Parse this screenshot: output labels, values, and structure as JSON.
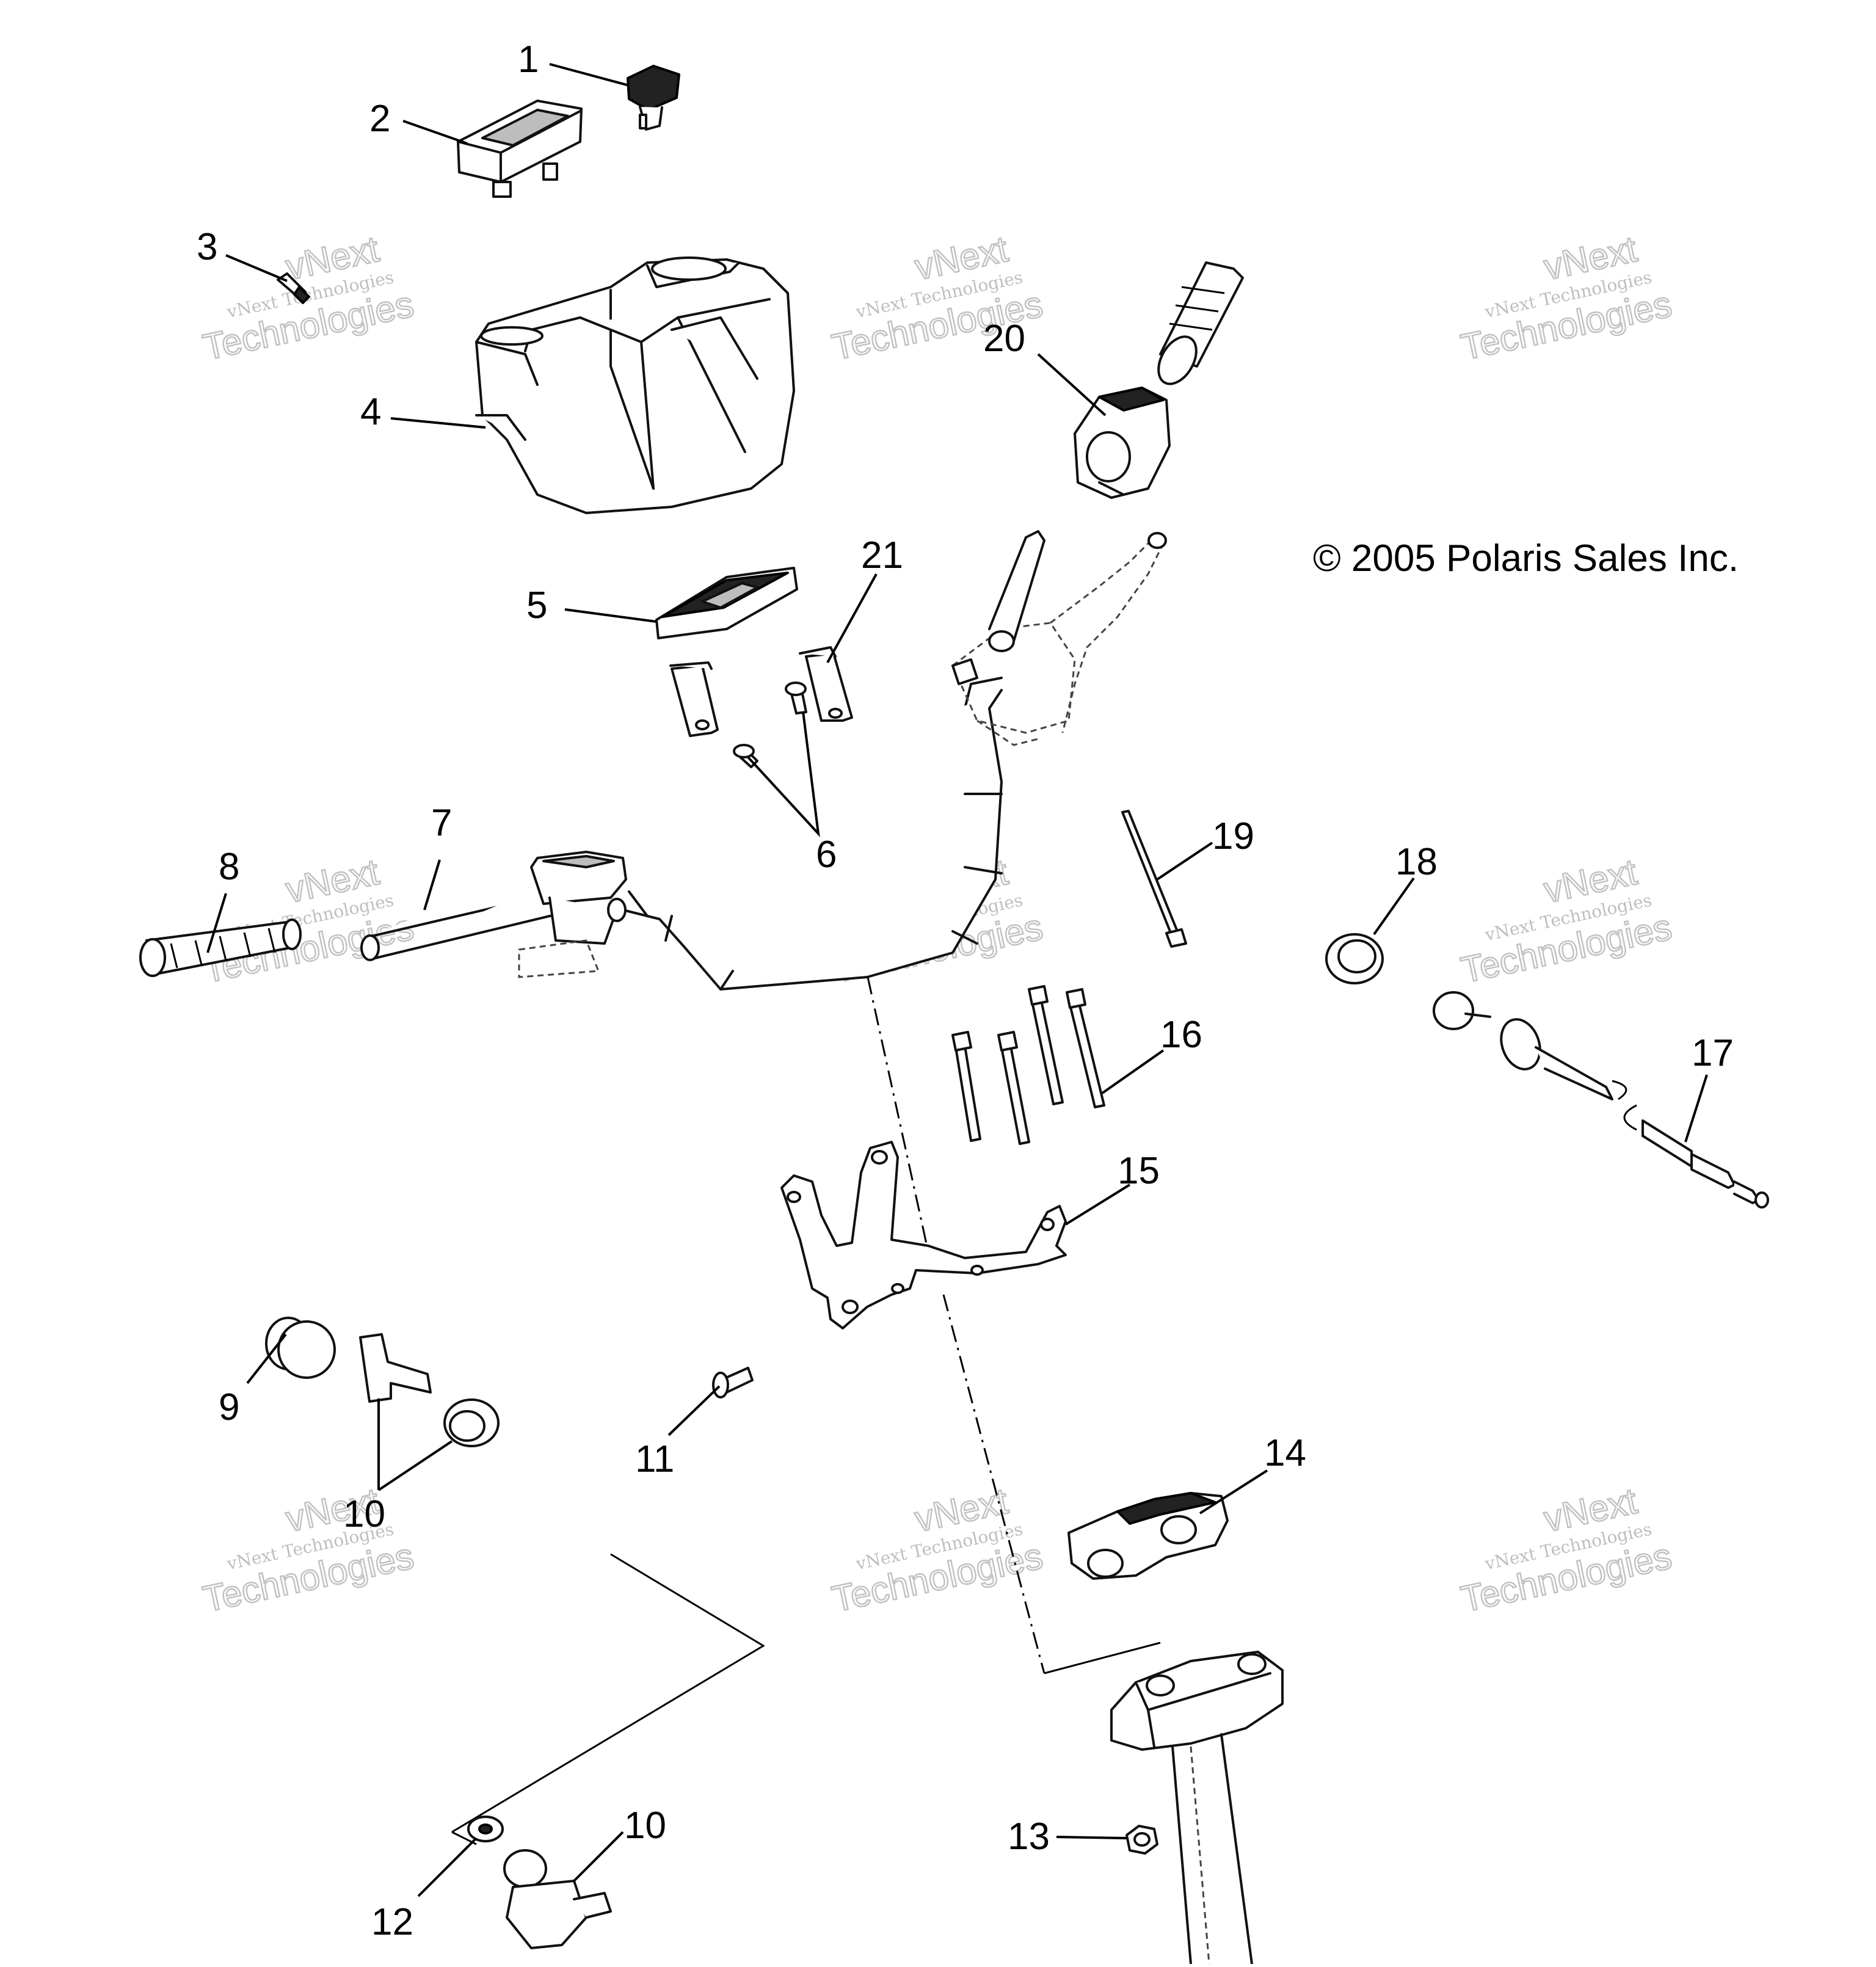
{
  "copyright": "© 2005 Polaris Sales Inc.",
  "watermark": {
    "line1": "vNext",
    "line2": "vNext Technologies",
    "line3": "Technologies"
  },
  "callouts": [
    "1",
    "2",
    "3",
    "4",
    "5",
    "6",
    "7",
    "8",
    "9",
    "10",
    "10",
    "11",
    "12",
    "13",
    "14",
    "15",
    "16",
    "17",
    "18",
    "19",
    "20",
    "21"
  ]
}
